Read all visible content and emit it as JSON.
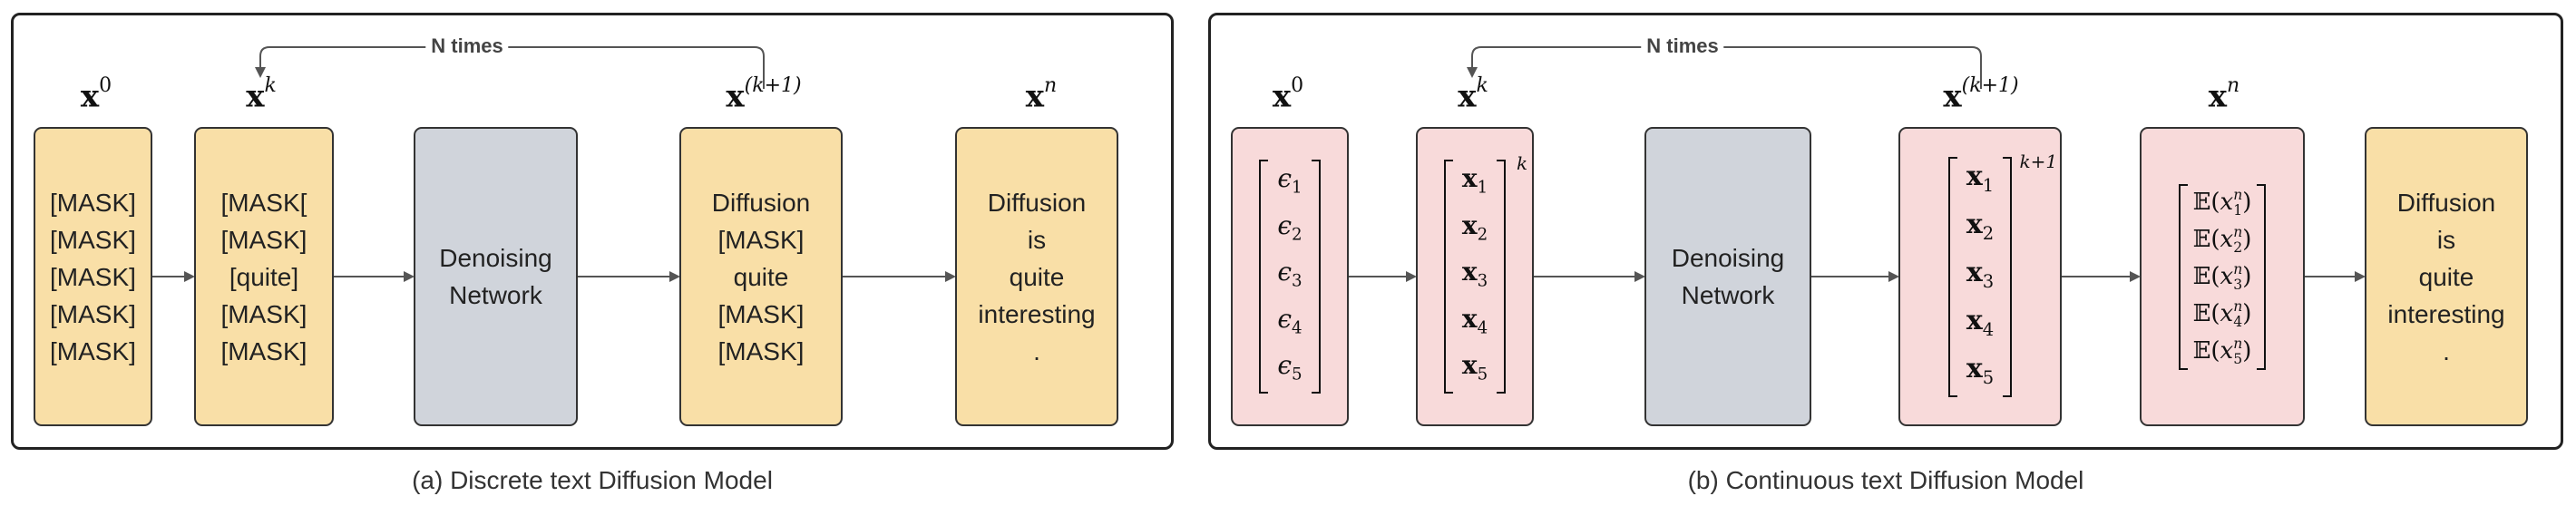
{
  "loop_label": "N times",
  "captions": {
    "discrete": "(a) Discrete text Diffusion Model",
    "continuous": "(b) Continuous text Diffusion Model"
  },
  "var_labels": {
    "base": "x",
    "sup_0": "0",
    "sup_k": "k",
    "sup_k1": "(k+1)",
    "sup_n": "n"
  },
  "discrete": {
    "x0_tokens": "[MASK]\n[MASK]\n[MASK]\n[MASK]\n[MASK]",
    "xk_tokens": "[MASK[\n[MASK]\n[quite]\n[MASK]\n[MASK]",
    "network": "Denoising\nNetwork",
    "xk1_tokens": "Diffusion\n[MASK]\nquite\n[MASK]\n[MASK]",
    "xn_tokens": "Diffusion\nis\nquite\ninteresting\n."
  },
  "continuous": {
    "x0_entries": [
      "ϵ1",
      "ϵ2",
      "ϵ3",
      "ϵ4",
      "ϵ5"
    ],
    "xk_entries": [
      "x1",
      "x2",
      "x3",
      "x4",
      "x5"
    ],
    "xk_sup": "k",
    "network": "Denoising\nNetwork",
    "xk1_entries": [
      "x1",
      "x2",
      "x3",
      "x4",
      "x5"
    ],
    "xk1_sup": "k+1",
    "expect_entries": [
      "𝔼(x1n)",
      "𝔼(x2n)",
      "𝔼(x3n)",
      "𝔼(x4n)",
      "𝔼(x5n)"
    ],
    "output_tokens": "Diffusion\nis\nquite\ninteresting\n."
  },
  "colors": {
    "orange": "#f9dfa7",
    "pink": "#f8dada",
    "gray": "#d0d4db",
    "stroke": "#333333"
  }
}
